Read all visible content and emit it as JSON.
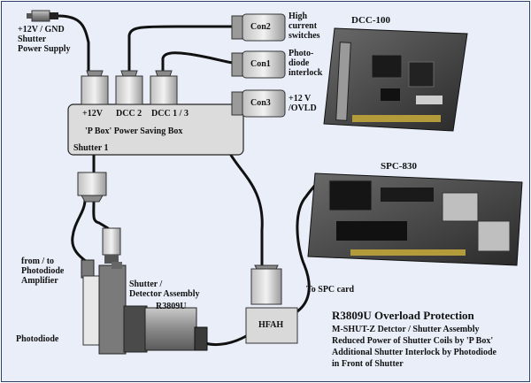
{
  "labels": {
    "power_supply": "+12V / GND\nShutter\nPower Supply",
    "high_current": "High\ncurrent\nswitches",
    "photodiode_interlock": "Photo-\ndiode\ninterlock",
    "ovld": "+12 V\n/OVLD",
    "dcc100": "DCC-100",
    "spc830": "SPC-830",
    "con1": "Con1",
    "con2": "Con2",
    "con3": "Con3",
    "pbox_12v": "+12V",
    "pbox_dcc2": "DCC 2",
    "pbox_dcc13": "DCC 1 / 3",
    "pbox_title": "'P Box'  Power Saving Box",
    "shutter1": "Shutter 1",
    "from_to_pd": "from / to\nPhotodiode\nAmplifier",
    "shutter_detector": "Shutter /\nDetector Assembly",
    "r3809u": "R3809U",
    "hfah": "HFAH",
    "to_spc": "To SPC card",
    "photodiode": "Photodiode",
    "caption_title": "R3809U Overload Protection",
    "caption_lines": [
      "M-SHUT-Z Detctor / Shutter Assembly",
      "Reduced Power of Shutter Coils by 'P Box'",
      "Additional Shutter Interlock by Photodiode",
      "in Front of Shutter"
    ]
  },
  "colors": {
    "background": "#e9eef9",
    "frame": "#2a3f6a",
    "connector": "#d6d6d6",
    "pcb": "#3a3a3a"
  }
}
